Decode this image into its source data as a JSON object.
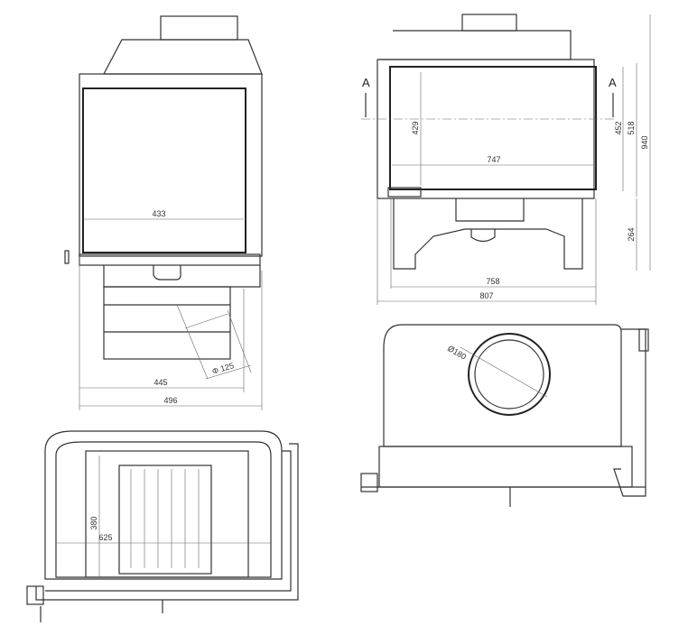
{
  "front_view": {
    "dim_inner_width": "433",
    "dim_base_width": "445",
    "dim_overall_width": "496",
    "dim_flue": "Φ 125"
  },
  "side_view": {
    "section_left": "A",
    "section_right": "A",
    "dim_glass_height": "429",
    "dim_glass_width": "747",
    "dim_opening_height": "452",
    "dim_frame_height": "518",
    "dim_total_height": "940",
    "dim_base_height": "264",
    "dim_body_width": "758",
    "dim_overall_width": "807"
  },
  "top_view": {
    "dim_flue": "Ø180"
  },
  "section_view": {
    "dim_grate_depth": "380",
    "dim_inner_width": "625"
  }
}
